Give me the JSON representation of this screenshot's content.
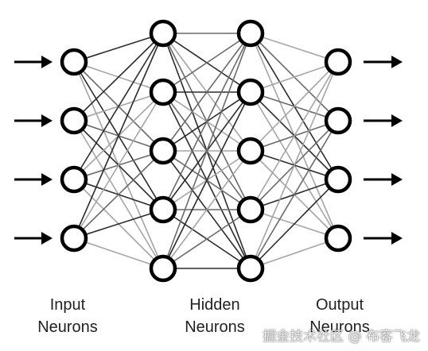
{
  "diagram": {
    "layers": [
      {
        "id": "input",
        "label_lines": [
          "Input",
          "Neurons"
        ],
        "count": 4
      },
      {
        "id": "hidden1",
        "count": 5
      },
      {
        "id": "hidden2",
        "label_lines": [
          "Hidden",
          "Neurons"
        ],
        "count": 5
      },
      {
        "id": "output",
        "label_lines": [
          "Output",
          "Neurons"
        ],
        "count": 4
      }
    ],
    "input_arrow_count": 4,
    "output_arrow_count": 4,
    "colors": {
      "node_stroke": "#000000",
      "node_fill": "#ffffff",
      "arrow": "#000000",
      "edge_dark": "#2b2b2b",
      "edge_mid": "#6a6a6a",
      "edge_light": "#a5a5a5"
    }
  },
  "watermark": {
    "text": "掘金技术社区 @ 布客飞龙"
  }
}
